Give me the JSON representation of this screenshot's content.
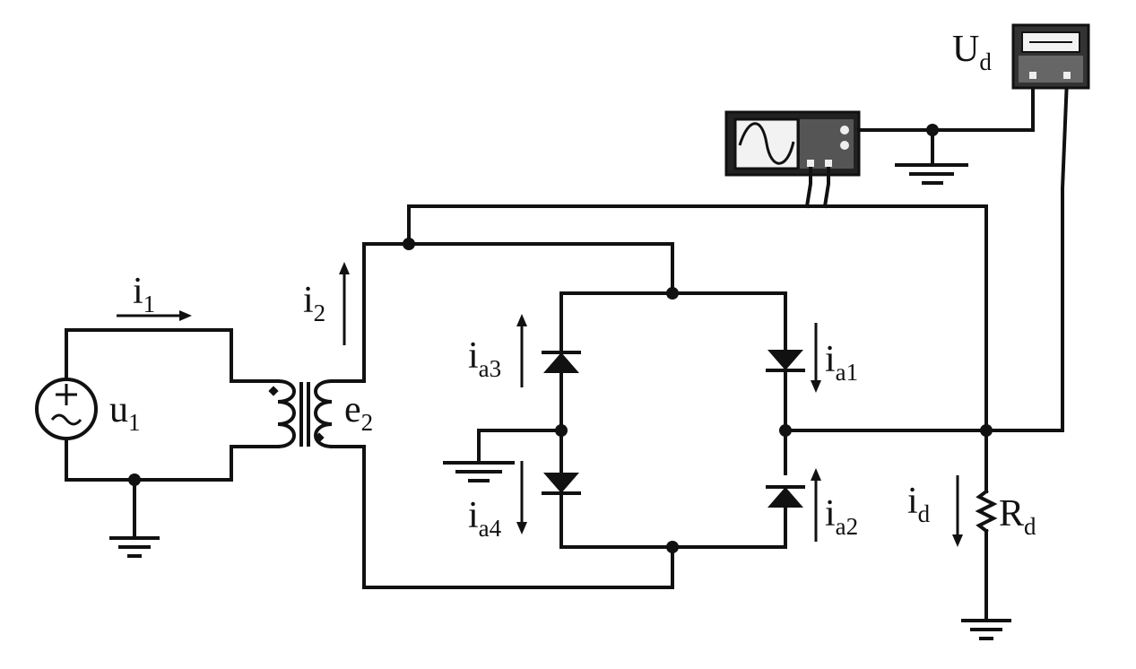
{
  "labels": {
    "i1": {
      "main": "i",
      "sub": "1"
    },
    "u1": {
      "main": "u",
      "sub": "1"
    },
    "i2": {
      "main": "i",
      "sub": "2"
    },
    "e2": {
      "main": "e",
      "sub": "2"
    },
    "ia3": {
      "main": "i",
      "sub": "a3"
    },
    "ia4": {
      "main": "i",
      "sub": "a4"
    },
    "ia1": {
      "main": "i",
      "sub": "a1"
    },
    "ia2": {
      "main": "i",
      "sub": "a2"
    },
    "id": {
      "main": "i",
      "sub": "d"
    },
    "Rd": {
      "main": "R",
      "sub": "d"
    },
    "Ud": {
      "main": "U",
      "sub": "d"
    }
  },
  "icons": {
    "ac_source": "ac-source-icon",
    "transformer": "transformer-icon",
    "diode": "diode-icon",
    "resistor": "resistor-icon",
    "ground": "ground-icon",
    "oscilloscope": "oscilloscope-icon",
    "voltmeter": "voltmeter-icon"
  },
  "colors": {
    "ink": "#111111",
    "paper": "#ffffff",
    "screen": "#f2f2f2",
    "panel": "#555555"
  }
}
